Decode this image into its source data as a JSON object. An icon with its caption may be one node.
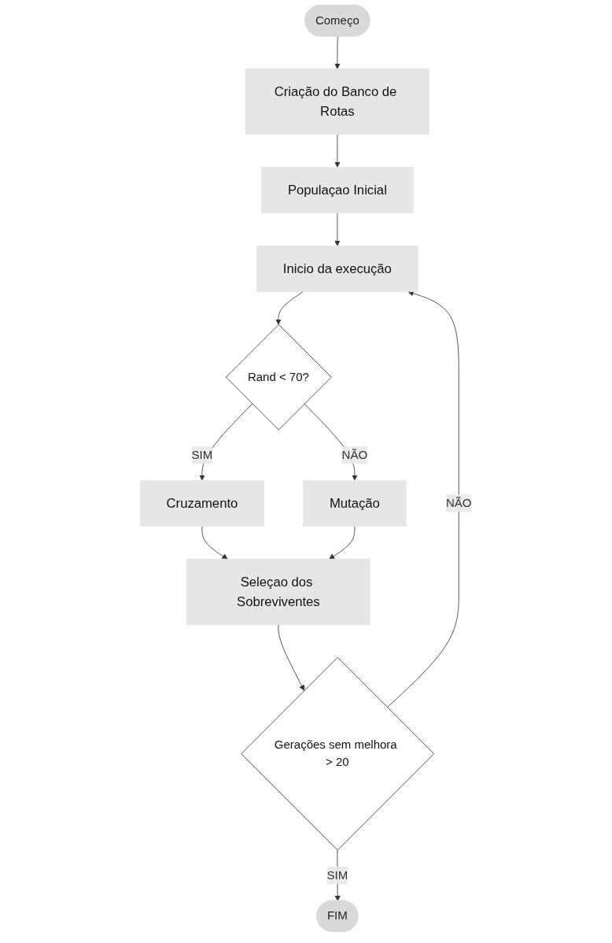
{
  "diagram": {
    "nodes": [
      {
        "text": [
          "Começo"
        ]
      },
      {
        "text": [
          "Criação do Banco de Rotas"
        ]
      },
      {
        "text": [
          "Populaçao Inicial"
        ]
      },
      {
        "text": [
          "Inicio da execução"
        ]
      },
      {
        "text": [
          "Rand < 70?"
        ]
      },
      {
        "text": [
          "Cruzamento"
        ]
      },
      {
        "text": [
          "Mutação"
        ]
      },
      {
        "text": [
          "Seleçao dos Sobreviventes"
        ]
      },
      {
        "text": [
          "Gerações sem melhora > 20"
        ]
      },
      {
        "text": [
          "FIM"
        ]
      }
    ],
    "edges": [
      {
        "from": 0,
        "to": 1,
        "arrow": "to"
      },
      {
        "from": 1,
        "to": 2,
        "arrow": "to"
      },
      {
        "from": 2,
        "to": 3,
        "arrow": "to"
      },
      {
        "from": 3,
        "to": 4,
        "arrow": "to"
      },
      {
        "from": 4,
        "to": 5,
        "arrow": "to",
        "label": "SIM"
      },
      {
        "from": 4,
        "to": 6,
        "arrow": "to",
        "label": "NÃO"
      },
      {
        "from": 5,
        "to": 7,
        "arrow": "to"
      },
      {
        "from": 6,
        "to": 7,
        "arrow": "to"
      },
      {
        "from": 7,
        "to": 8,
        "arrow": "to"
      },
      {
        "from": 8,
        "to": 3,
        "arrow": "to",
        "label": "NÃO"
      },
      {
        "from": 8,
        "to": 9,
        "arrow": "to",
        "label": "SIM"
      }
    ]
  }
}
